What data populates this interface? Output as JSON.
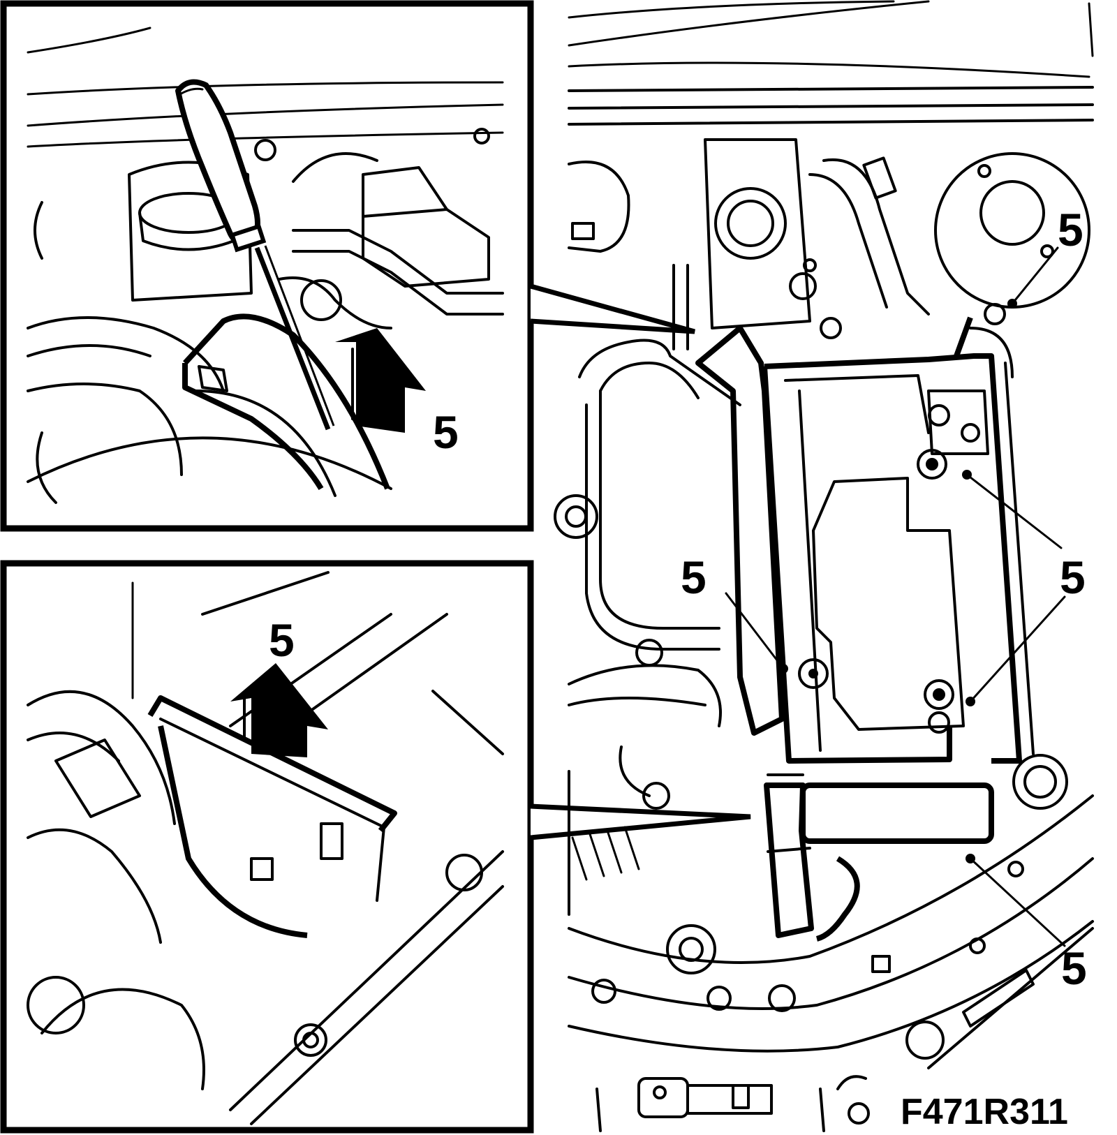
{
  "figure": {
    "reference_code": "F471R311",
    "callouts": {
      "inset_top": "5",
      "inset_bottom": "5",
      "main_top_right": "5",
      "main_mid_right": "5",
      "main_mid_left": "5",
      "main_bottom_right": "5"
    }
  }
}
